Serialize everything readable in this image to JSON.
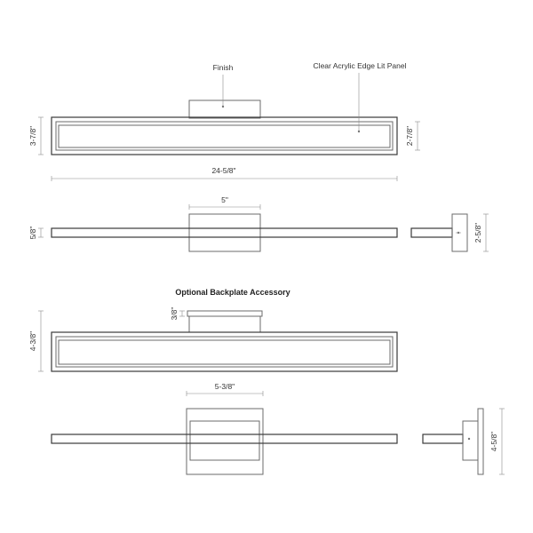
{
  "labels": {
    "finish": "Finish",
    "panel": "Clear Acrylic Edge Lit Panel",
    "section_title": "Optional Backplate Accessory"
  },
  "dimensions": {
    "front_height": "3-7/8\"",
    "panel_height": "2-7/8\"",
    "overall_width": "24-5/8\"",
    "canopy_width": "5\"",
    "profile_thickness": "5/8\"",
    "side_depth": "2-5/8\"",
    "backplate_thickness": "3/8\"",
    "backplate_front_height": "4-3/8\"",
    "backplate_width": "5-3/8\"",
    "backplate_side_height": "4-5/8\""
  }
}
